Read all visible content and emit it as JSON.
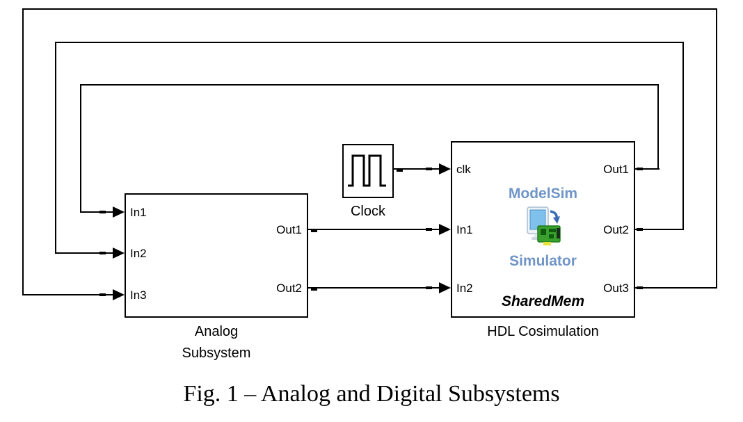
{
  "colors": {
    "line": "#000000",
    "brand_blue": "#7095C7",
    "block_fill": "#FFFFFF",
    "background": "#FFFFFF"
  },
  "diagram": {
    "blocks": {
      "analog_subsystem": {
        "caption_line1": "Analog",
        "caption_line2": "Subsystem",
        "inputs": [
          "In1",
          "In2",
          "In3"
        ],
        "outputs": [
          "Out1",
          "Out2"
        ]
      },
      "clock": {
        "caption": "Clock",
        "icon": "square-wave-icon"
      },
      "hdl_cosimulation": {
        "caption": "HDL Cosimulation",
        "brand_line1": "ModelSim",
        "brand_line2": "Simulator",
        "icon": "modelsim-simulator-icon",
        "mode_label": "SharedMem",
        "inputs": [
          "clk",
          "In1",
          "In2"
        ],
        "outputs": [
          "Out1",
          "Out2",
          "Out3"
        ]
      }
    },
    "connections": [
      {
        "from": "Clock",
        "to": "HDL Cosimulation/clk"
      },
      {
        "from": "Analog Subsystem/Out1",
        "to": "HDL Cosimulation/In1"
      },
      {
        "from": "Analog Subsystem/Out2",
        "to": "HDL Cosimulation/In2"
      },
      {
        "from": "HDL Cosimulation/Out1",
        "to": "Analog Subsystem/In1"
      },
      {
        "from": "HDL Cosimulation/Out2",
        "to": "Analog Subsystem/In2"
      },
      {
        "from": "HDL Cosimulation/Out3",
        "to": "Analog Subsystem/In3"
      }
    ]
  },
  "caption": "Fig. 1 – Analog and Digital Subsystems"
}
